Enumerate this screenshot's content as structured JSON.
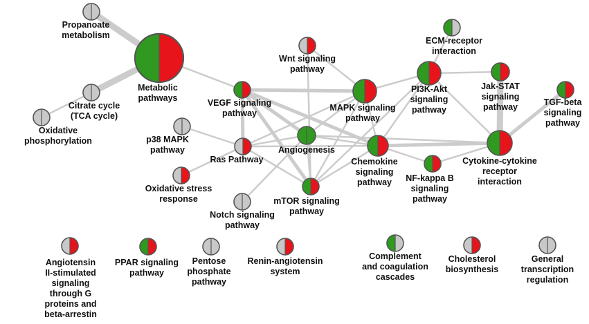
{
  "colors": {
    "left_red": "#e8141b",
    "left_green": "#2f9a1f",
    "grey": "#c8c8c8",
    "edge": "#cccccc",
    "stroke": "#555555"
  },
  "nodes": [
    {
      "id": "propanoate",
      "label": [
        "Propanoate",
        "metabolism"
      ],
      "left": "grey",
      "right": "grey",
      "rel_size": 1
    },
    {
      "id": "metabolic",
      "label": [
        "Metabolic",
        "pathways"
      ],
      "left": "green",
      "right": "red",
      "rel_size": 3
    },
    {
      "id": "citrate",
      "label": [
        "Citrate cycle",
        "(TCA cycle)"
      ],
      "left": "grey",
      "right": "grey",
      "rel_size": 1
    },
    {
      "id": "oxphos",
      "label": [
        "Oxidative",
        "phosphorylation"
      ],
      "left": "grey",
      "right": "grey",
      "rel_size": 1
    },
    {
      "id": "wnt",
      "label": [
        "Wnt signaling",
        "pathway"
      ],
      "left": "grey",
      "right": "red",
      "rel_size": 1
    },
    {
      "id": "vegf",
      "label": [
        "VEGF signaling",
        "pathway"
      ],
      "left": "green",
      "right": "red",
      "rel_size": 1
    },
    {
      "id": "mapk",
      "label": [
        "MAPK signaling",
        "pathway"
      ],
      "left": "green",
      "right": "red",
      "rel_size": 1.4
    },
    {
      "id": "pi3k",
      "label": [
        "PI3K-Akt",
        "signaling",
        "pathway"
      ],
      "left": "green",
      "right": "red",
      "rel_size": 1.4
    },
    {
      "id": "ecm",
      "label": [
        "ECM-receptor",
        "interaction"
      ],
      "left": "green",
      "right": "grey",
      "rel_size": 1
    },
    {
      "id": "jak",
      "label": [
        "Jak-STAT",
        "signaling",
        "pathway"
      ],
      "left": "green",
      "right": "red",
      "rel_size": 1.1
    },
    {
      "id": "tgf",
      "label": [
        "TGF-beta",
        "signaling",
        "pathway"
      ],
      "left": "green",
      "right": "red",
      "rel_size": 1
    },
    {
      "id": "p38",
      "label": [
        "p38 MAPK",
        "pathway"
      ],
      "left": "grey",
      "right": "grey",
      "rel_size": 1
    },
    {
      "id": "ras",
      "label": [
        "Ras Pathway"
      ],
      "left": "grey",
      "right": "red",
      "rel_size": 1
    },
    {
      "id": "angio",
      "label": [
        "Angiogenesis"
      ],
      "left": "green",
      "right": "green",
      "rel_size": 1.1
    },
    {
      "id": "chemokine",
      "label": [
        "Chemokine",
        "signaling",
        "pathway"
      ],
      "left": "green",
      "right": "red",
      "rel_size": 1.3
    },
    {
      "id": "cytokine",
      "label": [
        "Cytokine-cytokine",
        "receptor",
        "interaction"
      ],
      "left": "green",
      "right": "red",
      "rel_size": 1.5
    },
    {
      "id": "nfkb",
      "label": [
        "NF-kappa B",
        "signaling",
        "pathway"
      ],
      "left": "green",
      "right": "red",
      "rel_size": 1
    },
    {
      "id": "oxstress",
      "label": [
        "Oxidative stress",
        "response"
      ],
      "left": "grey",
      "right": "red",
      "rel_size": 1
    },
    {
      "id": "notch",
      "label": [
        "Notch signaling",
        "pathway"
      ],
      "left": "grey",
      "right": "grey",
      "rel_size": 1
    },
    {
      "id": "mtor",
      "label": [
        "mTOR signaling",
        "pathway"
      ],
      "left": "green",
      "right": "red",
      "rel_size": 1
    },
    {
      "id": "angiotensin",
      "label": [
        "Angiotensin",
        "II-stimulated",
        "signaling",
        "through G",
        "proteins and",
        "beta-arrestin"
      ],
      "left": "grey",
      "right": "red",
      "rel_size": 1
    },
    {
      "id": "ppar",
      "label": [
        "PPAR signaling",
        "pathway"
      ],
      "left": "green",
      "right": "red",
      "rel_size": 1
    },
    {
      "id": "pentose",
      "label": [
        "Pentose",
        "phosphate",
        "pathway"
      ],
      "left": "grey",
      "right": "grey",
      "rel_size": 1
    },
    {
      "id": "renin",
      "label": [
        "Renin-angiotensin",
        "system"
      ],
      "left": "grey",
      "right": "red",
      "rel_size": 1
    },
    {
      "id": "complement",
      "label": [
        "Complement",
        "and coagulation",
        "cascades"
      ],
      "left": "green",
      "right": "grey",
      "rel_size": 1
    },
    {
      "id": "cholesterol",
      "label": [
        "Cholesterol",
        "biosynthesis"
      ],
      "left": "grey",
      "right": "red",
      "rel_size": 1
    },
    {
      "id": "gtr",
      "label": [
        "General",
        "transcription",
        "regulation"
      ],
      "left": "grey",
      "right": "grey",
      "rel_size": 1
    }
  ],
  "edges": [
    {
      "from": "metabolic",
      "to": "propanoate",
      "weight": 3
    },
    {
      "from": "metabolic",
      "to": "citrate",
      "weight": 3
    },
    {
      "from": "citrate",
      "to": "oxphos",
      "weight": 1
    },
    {
      "from": "metabolic",
      "to": "vegf",
      "weight": 1
    },
    {
      "from": "vegf",
      "to": "mapk",
      "weight": 2
    },
    {
      "from": "vegf",
      "to": "angio",
      "weight": 2
    },
    {
      "from": "vegf",
      "to": "ras",
      "weight": 2
    },
    {
      "from": "vegf",
      "to": "mtor",
      "weight": 2
    },
    {
      "from": "vegf",
      "to": "chemokine",
      "weight": 2
    },
    {
      "from": "wnt",
      "to": "mapk",
      "weight": 1
    },
    {
      "from": "wnt",
      "to": "mtor",
      "weight": 1
    },
    {
      "from": "mapk",
      "to": "pi3k",
      "weight": 1
    },
    {
      "from": "mapk",
      "to": "ras",
      "weight": 1
    },
    {
      "from": "mapk",
      "to": "angio",
      "weight": 1
    },
    {
      "from": "mapk",
      "to": "mtor",
      "weight": 1
    },
    {
      "from": "mapk",
      "to": "chemokine",
      "weight": 1
    },
    {
      "from": "pi3k",
      "to": "ecm",
      "weight": 1
    },
    {
      "from": "pi3k",
      "to": "jak",
      "weight": 1
    },
    {
      "from": "pi3k",
      "to": "cytokine",
      "weight": 1
    },
    {
      "from": "pi3k",
      "to": "chemokine",
      "weight": 1
    },
    {
      "from": "jak",
      "to": "cytokine",
      "weight": 3
    },
    {
      "from": "tgf",
      "to": "cytokine",
      "weight": 2
    },
    {
      "from": "chemokine",
      "to": "cytokine",
      "weight": 2
    },
    {
      "from": "angio",
      "to": "cytokine",
      "weight": 1
    },
    {
      "from": "chemokine",
      "to": "nfkb",
      "weight": 1
    },
    {
      "from": "nfkb",
      "to": "cytokine",
      "weight": 1
    },
    {
      "from": "ras",
      "to": "p38",
      "weight": 1
    },
    {
      "from": "ras",
      "to": "oxstress",
      "weight": 1
    },
    {
      "from": "ras",
      "to": "angio",
      "weight": 1
    },
    {
      "from": "ras",
      "to": "mtor",
      "weight": 1
    },
    {
      "from": "ras",
      "to": "chemokine",
      "weight": 1
    },
    {
      "from": "angio",
      "to": "mtor",
      "weight": 1
    },
    {
      "from": "angio",
      "to": "chemokine",
      "weight": 1
    },
    {
      "from": "chemokine",
      "to": "mtor",
      "weight": 1
    },
    {
      "from": "notch",
      "to": "angio",
      "weight": 1
    },
    {
      "from": "pi3k",
      "to": "mtor",
      "weight": 1
    }
  ]
}
